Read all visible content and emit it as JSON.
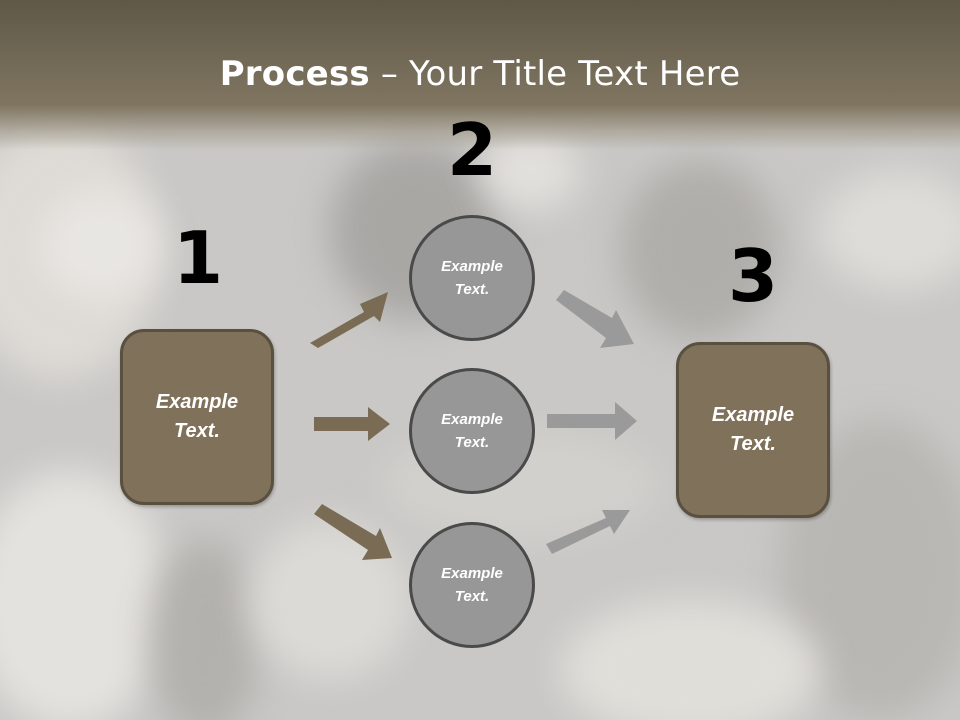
{
  "slide": {
    "title_bold": "Process",
    "title_rest": " – Your Title Text Here",
    "colors": {
      "header_top": "#5f5848",
      "header_bottom": "#7f7561",
      "box_fill": "#7f715a",
      "box_border": "#5a5040",
      "circle_fill": "#979797",
      "circle_border": "#4a4a4a",
      "arrow_brown": "#7a6c54",
      "arrow_gray": "#9a9a9a",
      "background": "#c9c8c6"
    }
  },
  "steps": [
    {
      "number": "1",
      "label": "Example\nText."
    },
    {
      "number": "2",
      "label": ""
    },
    {
      "number": "3",
      "label": "Example\nText."
    }
  ],
  "circles": [
    {
      "label": "Example\nText."
    },
    {
      "label": "Example\nText."
    },
    {
      "label": "Example\nText."
    }
  ],
  "arrows": [
    {
      "id": "left-up",
      "direction": "up-right",
      "color": "brown"
    },
    {
      "id": "left-mid",
      "direction": "right",
      "color": "brown"
    },
    {
      "id": "left-down",
      "direction": "down-right",
      "color": "brown"
    },
    {
      "id": "right-down",
      "direction": "down-right",
      "color": "gray"
    },
    {
      "id": "right-mid",
      "direction": "right",
      "color": "gray"
    },
    {
      "id": "right-up",
      "direction": "up-right",
      "color": "gray"
    }
  ]
}
